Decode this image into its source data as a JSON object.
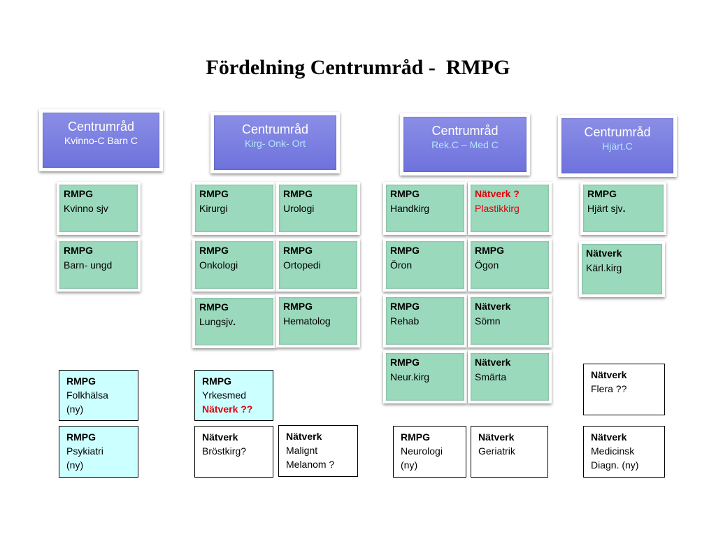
{
  "title": "Fördelning Centrumråd -  RMPG",
  "colors": {
    "centrum_fill": "#7a7ee0",
    "centrum_subtext": "#ffffff",
    "centrum_subtext_alt": "#b4e4ff",
    "rmpg_fill": "#9bd9bd",
    "highlight_red": "#e0000b",
    "cyan_fill": "#ccffff"
  },
  "centrumrad": [
    {
      "title": "Centrumråd",
      "sub": "Kvinno-C Barn C"
    },
    {
      "title": "Centrumråd",
      "sub": "Kirg- Onk- Ort"
    },
    {
      "title": "Centrumråd",
      "sub": "Rek.C – Med C"
    },
    {
      "title": "Centrumråd",
      "sub": "Hjärt.C"
    }
  ],
  "groups": [
    {
      "head": "RMPG",
      "line": "Kvinno sjv"
    },
    {
      "head": "RMPG",
      "line": "Barn- ungd"
    },
    {
      "head": "RMPG",
      "line": "Kirurgi"
    },
    {
      "head": "RMPG",
      "line": "Urologi"
    },
    {
      "head": "RMPG",
      "line": "Onkologi"
    },
    {
      "head": "RMPG",
      "line": "Ortopedi"
    },
    {
      "head": "RMPG",
      "line": "Lungsjv",
      "suffix": "."
    },
    {
      "head": "RMPG",
      "line": "Hematolog"
    },
    {
      "head": "RMPG",
      "line": "Handkirg"
    },
    {
      "head": "Nätverk ?",
      "line": "Plastikkirg"
    },
    {
      "head": "RMPG",
      "line": "Öron"
    },
    {
      "head": "RMPG",
      "line": "Ögon"
    },
    {
      "head": "RMPG",
      "line": "Rehab"
    },
    {
      "head": "Nätverk",
      "line": "Sömn"
    },
    {
      "head": "RMPG",
      "line": "Neur.kirg"
    },
    {
      "head": "Nätverk",
      "line": "Smärta"
    },
    {
      "head": "RMPG",
      "line": "Hjärt sjv",
      "suffix": "."
    },
    {
      "head": "Nätverk",
      "line": "Kärl.kirg"
    }
  ],
  "boxes": [
    {
      "head": "RMPG",
      "lines": [
        "Folkhälsa",
        "(ny)"
      ]
    },
    {
      "head": "RMPG",
      "lines": [
        "Yrkesmed"
      ],
      "red": "Nätverk ??"
    },
    {
      "head": "Nätverk",
      "lines": [
        "Flera ??"
      ]
    },
    {
      "head": "RMPG",
      "lines": [
        "Psykiatri",
        "(ny)"
      ]
    },
    {
      "head": "Nätverk",
      "lines": [
        "Bröstkirg?"
      ]
    },
    {
      "head": "Nätverk",
      "lines": [
        "Malignt",
        "Melanom ?"
      ]
    },
    {
      "head": "RMPG",
      "lines": [
        "Neurologi",
        "(ny)"
      ]
    },
    {
      "head": "Nätverk",
      "lines": [
        "Geriatrik"
      ]
    },
    {
      "head": "Nätverk",
      "lines": [
        "Medicinsk",
        "Diagn. (ny)"
      ]
    }
  ]
}
